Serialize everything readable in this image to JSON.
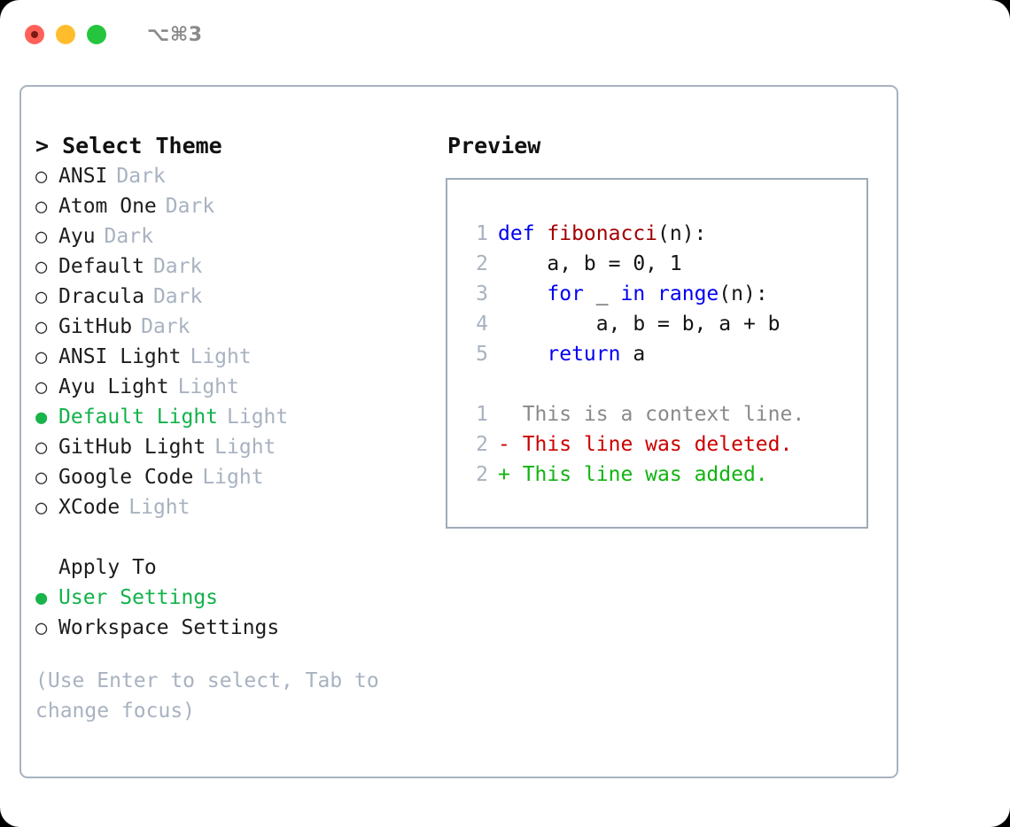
{
  "window": {
    "shortcut": "⌥⌘3",
    "traffic_lights": [
      {
        "name": "close-button",
        "color": "#ff6159"
      },
      {
        "name": "minimize-button",
        "color": "#ffbd2e"
      },
      {
        "name": "maximize-button",
        "color": "#25c63e"
      }
    ]
  },
  "colors": {
    "selected_green": "#12b24a",
    "muted": "#a8b2c0",
    "keyword_blue": "#0000f0",
    "function_red": "#a20000",
    "diff_deleted": "#cc0000",
    "diff_added": "#10b410",
    "border": "#a8b2c0"
  },
  "theme_picker": {
    "header": "> Select Theme",
    "markers": {
      "selected": "●",
      "unselected": "○"
    },
    "items": [
      {
        "label": "ANSI",
        "tag": "Dark",
        "selected": false
      },
      {
        "label": "Atom One",
        "tag": "Dark",
        "selected": false
      },
      {
        "label": "Ayu",
        "tag": "Dark",
        "selected": false
      },
      {
        "label": "Default",
        "tag": "Dark",
        "selected": false
      },
      {
        "label": "Dracula",
        "tag": "Dark",
        "selected": false
      },
      {
        "label": "GitHub",
        "tag": "Dark",
        "selected": false
      },
      {
        "label": "ANSI Light",
        "tag": "Light",
        "selected": false
      },
      {
        "label": "Ayu Light",
        "tag": "Light",
        "selected": false
      },
      {
        "label": "Default Light",
        "tag": "Light",
        "selected": true
      },
      {
        "label": "GitHub Light",
        "tag": "Light",
        "selected": false
      },
      {
        "label": "Google Code",
        "tag": "Light",
        "selected": false
      },
      {
        "label": "XCode",
        "tag": "Light",
        "selected": false
      }
    ]
  },
  "apply_to": {
    "header": "Apply To",
    "options": [
      {
        "label": "User Settings",
        "selected": true
      },
      {
        "label": "Workspace Settings",
        "selected": false
      }
    ]
  },
  "hint": "(Use Enter to select, Tab to change focus)",
  "preview": {
    "title": "Preview",
    "code_lines": [
      {
        "no": "1",
        "tokens": [
          {
            "t": "def ",
            "c": "kw"
          },
          {
            "t": "fibonacci",
            "c": "fn"
          },
          {
            "t": "(n):",
            "c": "pl"
          }
        ]
      },
      {
        "no": "2",
        "tokens": [
          {
            "t": "    a, b = 0, 1",
            "c": "pl"
          }
        ]
      },
      {
        "no": "3",
        "tokens": [
          {
            "t": "    ",
            "c": "pl"
          },
          {
            "t": "for",
            "c": "kw"
          },
          {
            "t": " _ ",
            "c": "pl"
          },
          {
            "t": "in",
            "c": "kw"
          },
          {
            "t": " ",
            "c": "pl"
          },
          {
            "t": "range",
            "c": "kw"
          },
          {
            "t": "(n):",
            "c": "pl"
          }
        ]
      },
      {
        "no": "4",
        "tokens": [
          {
            "t": "        a, b = b, a + b",
            "c": "pl"
          }
        ]
      },
      {
        "no": "5",
        "tokens": [
          {
            "t": "    ",
            "c": "pl"
          },
          {
            "t": "return",
            "c": "kw"
          },
          {
            "t": " a",
            "c": "pl"
          }
        ]
      }
    ],
    "diff_lines": [
      {
        "no": "1",
        "sign": " ",
        "text": " This is a context line.",
        "kind": "ctx"
      },
      {
        "no": "2",
        "sign": "-",
        "text": " This line was deleted.",
        "kind": "del"
      },
      {
        "no": "2",
        "sign": "+",
        "text": " This line was added.",
        "kind": "add"
      }
    ]
  }
}
